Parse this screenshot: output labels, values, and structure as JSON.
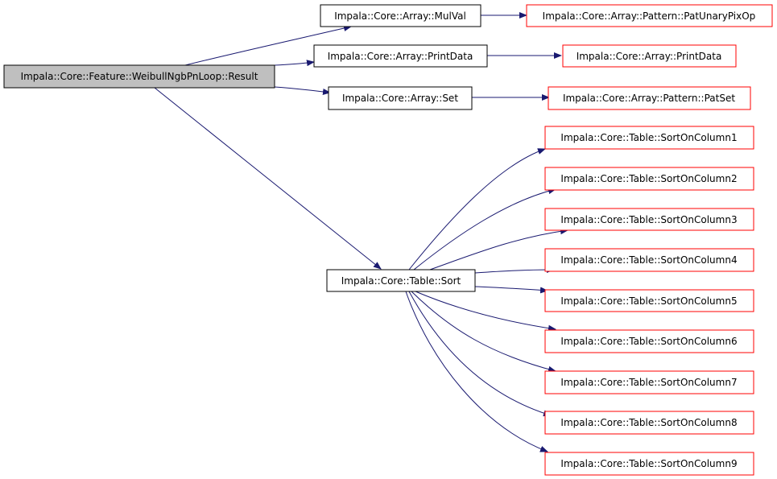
{
  "colors": {
    "edge": "#191970",
    "node_border_default": "#000000",
    "node_border_external": "#ff0000",
    "root_fill": "#bfbfbf",
    "node_fill": "#ffffff"
  },
  "nodes": {
    "root": {
      "label": "Impala::Core::Feature::WeibullNgbPnLoop::Result",
      "style": "root"
    },
    "mulval": {
      "label": "Impala::Core::Array::MulVal",
      "style": "default"
    },
    "printdata_caller": {
      "label": "Impala::Core::Array::PrintData",
      "style": "default"
    },
    "set": {
      "label": "Impala::Core::Array::Set",
      "style": "default"
    },
    "sort": {
      "label": "Impala::Core::Table::Sort",
      "style": "default"
    },
    "pat_unary": {
      "label": "Impala::Core::Array::Pattern::PatUnaryPixOp",
      "style": "external"
    },
    "printdata_target": {
      "label": "Impala::Core::Array::PrintData",
      "style": "external"
    },
    "pat_set": {
      "label": "Impala::Core::Array::Pattern::PatSet",
      "style": "external"
    },
    "sort1": {
      "label": "Impala::Core::Table::SortOnColumn1",
      "style": "external"
    },
    "sort2": {
      "label": "Impala::Core::Table::SortOnColumn2",
      "style": "external"
    },
    "sort3": {
      "label": "Impala::Core::Table::SortOnColumn3",
      "style": "external"
    },
    "sort4": {
      "label": "Impala::Core::Table::SortOnColumn4",
      "style": "external"
    },
    "sort5": {
      "label": "Impala::Core::Table::SortOnColumn5",
      "style": "external"
    },
    "sort6": {
      "label": "Impala::Core::Table::SortOnColumn6",
      "style": "external"
    },
    "sort7": {
      "label": "Impala::Core::Table::SortOnColumn7",
      "style": "external"
    },
    "sort8": {
      "label": "Impala::Core::Table::SortOnColumn8",
      "style": "external"
    },
    "sort9": {
      "label": "Impala::Core::Table::SortOnColumn9",
      "style": "external"
    }
  },
  "edges": [
    [
      "root",
      "mulval"
    ],
    [
      "root",
      "printdata_caller"
    ],
    [
      "root",
      "set"
    ],
    [
      "root",
      "sort"
    ],
    [
      "mulval",
      "pat_unary"
    ],
    [
      "printdata_caller",
      "printdata_target"
    ],
    [
      "set",
      "pat_set"
    ],
    [
      "sort",
      "sort1"
    ],
    [
      "sort",
      "sort2"
    ],
    [
      "sort",
      "sort3"
    ],
    [
      "sort",
      "sort4"
    ],
    [
      "sort",
      "sort5"
    ],
    [
      "sort",
      "sort6"
    ],
    [
      "sort",
      "sort7"
    ],
    [
      "sort",
      "sort8"
    ],
    [
      "sort",
      "sort9"
    ]
  ]
}
